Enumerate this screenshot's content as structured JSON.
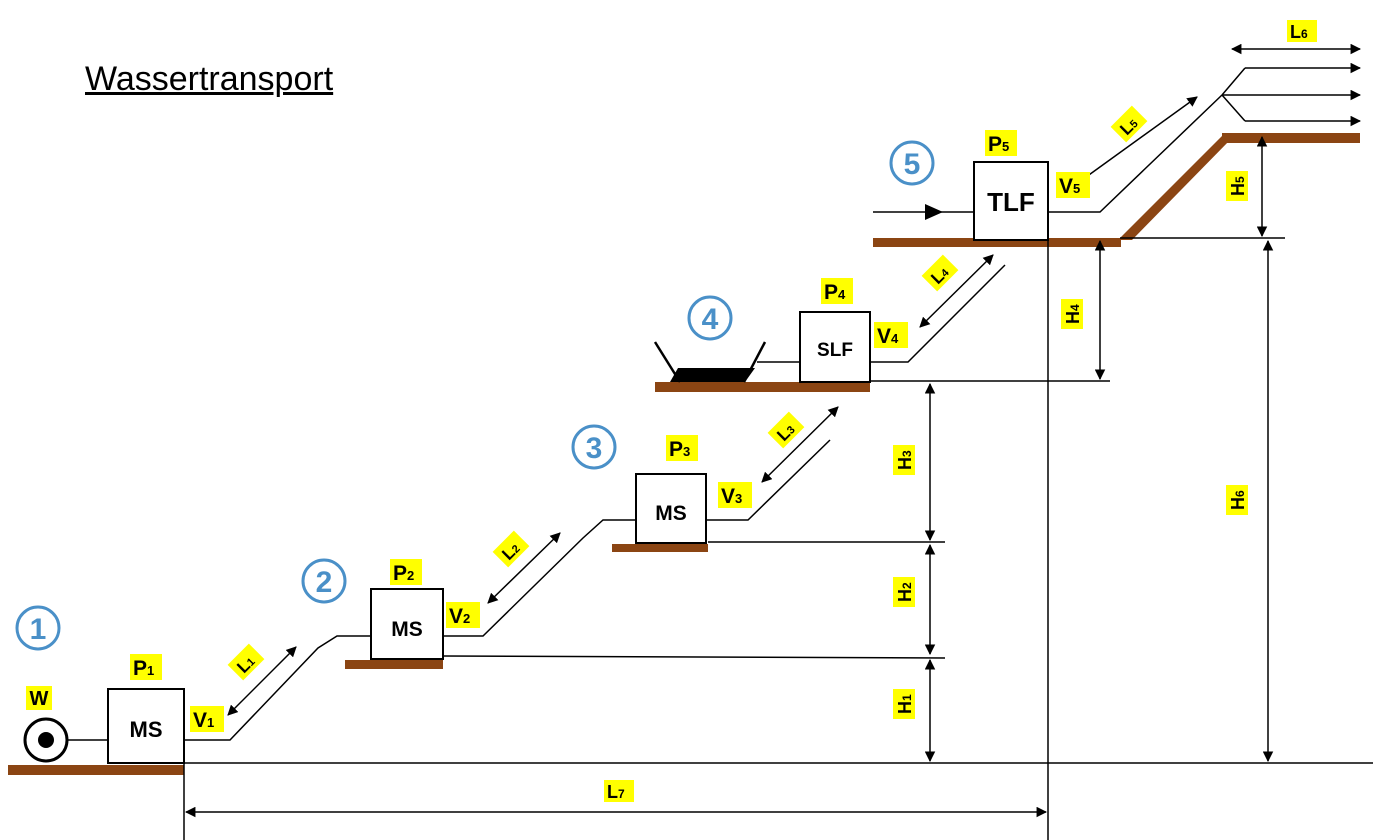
{
  "title": "Wassertransport",
  "colors": {
    "highlight": "#ffff00",
    "ground": "#8b4513",
    "circle": "#4a90c8",
    "line": "#000000"
  },
  "stations": [
    {
      "number": "1",
      "box": "MS",
      "pressure": {
        "main": "P",
        "sub": "1"
      },
      "volume": {
        "main": "V",
        "sub": "1"
      }
    },
    {
      "number": "2",
      "box": "MS",
      "pressure": {
        "main": "P",
        "sub": "2"
      },
      "volume": {
        "main": "V",
        "sub": "2"
      }
    },
    {
      "number": "3",
      "box": "MS",
      "pressure": {
        "main": "P",
        "sub": "3"
      },
      "volume": {
        "main": "V",
        "sub": "3"
      }
    },
    {
      "number": "4",
      "box": "SLF",
      "pressure": {
        "main": "P",
        "sub": "4"
      },
      "volume": {
        "main": "V",
        "sub": "4"
      }
    },
    {
      "number": "5",
      "box": "TLF",
      "pressure": {
        "main": "P",
        "sub": "5"
      },
      "volume": {
        "main": "V",
        "sub": "5"
      }
    }
  ],
  "water_source": "W",
  "lengths": [
    {
      "main": "L",
      "sub": "1"
    },
    {
      "main": "L",
      "sub": "2"
    },
    {
      "main": "L",
      "sub": "3"
    },
    {
      "main": "L",
      "sub": "4"
    },
    {
      "main": "L",
      "sub": "5"
    },
    {
      "main": "L",
      "sub": "6"
    },
    {
      "main": "L",
      "sub": "7"
    }
  ],
  "heights": [
    {
      "main": "H",
      "sub": "1"
    },
    {
      "main": "H",
      "sub": "2"
    },
    {
      "main": "H",
      "sub": "3"
    },
    {
      "main": "H",
      "sub": "4"
    },
    {
      "main": "H",
      "sub": "5"
    },
    {
      "main": "H",
      "sub": "6"
    }
  ]
}
